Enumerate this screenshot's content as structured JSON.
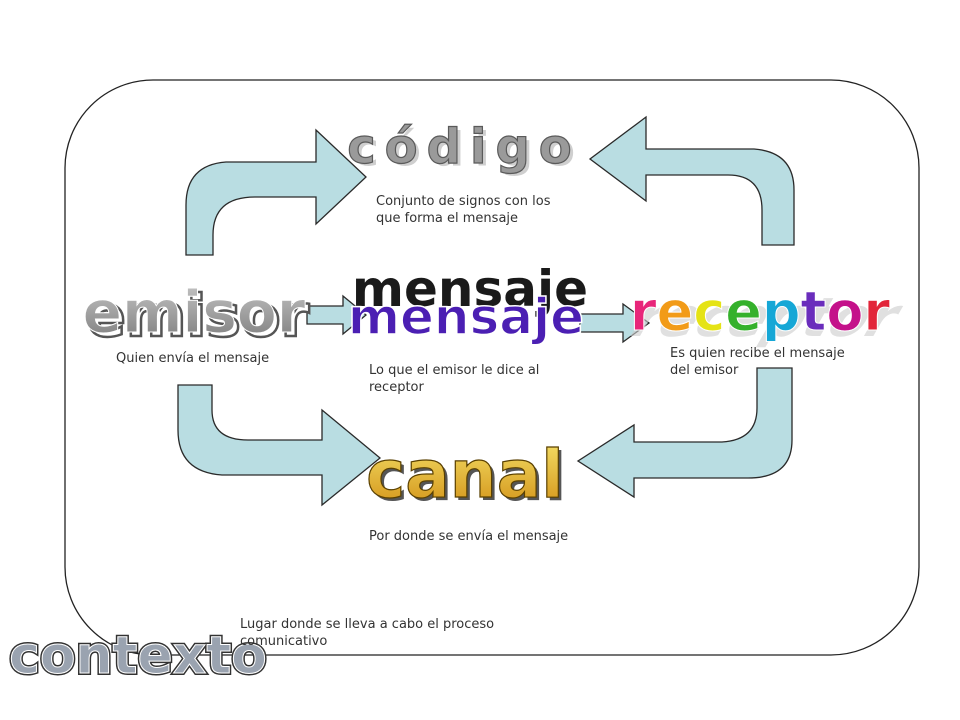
{
  "nodes": {
    "codigo": {
      "title": "código",
      "description": "Conjunto de signos con los que forma el mensaje"
    },
    "emisor": {
      "title": "emisor",
      "description": "Quien envía el mensaje"
    },
    "mensaje": {
      "title": "mensaje",
      "description": "Lo que el emisor le dice al receptor"
    },
    "receptor": {
      "title": "receptor",
      "description": "Es quien recibe el mensaje del emisor"
    },
    "canal": {
      "title": "canal",
      "description": "Por donde se envía el mensaje"
    },
    "contexto": {
      "title": "contexto",
      "description": "Lugar donde se lleva a cabo el proceso comunicativo"
    }
  },
  "colors": {
    "arrow_fill": "#b9dde2",
    "arrow_stroke": "#2a2a2a",
    "wordart_shadow": "#999999",
    "codigo": "#9a9a9a",
    "emisor": "#8c8c8c",
    "mensaje": "#4b1fb3",
    "canal": "#d9a520",
    "contexto": "#9aa3b0"
  },
  "receptor_letter_colors": [
    "#e8267a",
    "#f29b18",
    "#e5e316",
    "#35b12c",
    "#16a7d6",
    "#6a2dbc",
    "#c4118a",
    "#e2253a"
  ]
}
